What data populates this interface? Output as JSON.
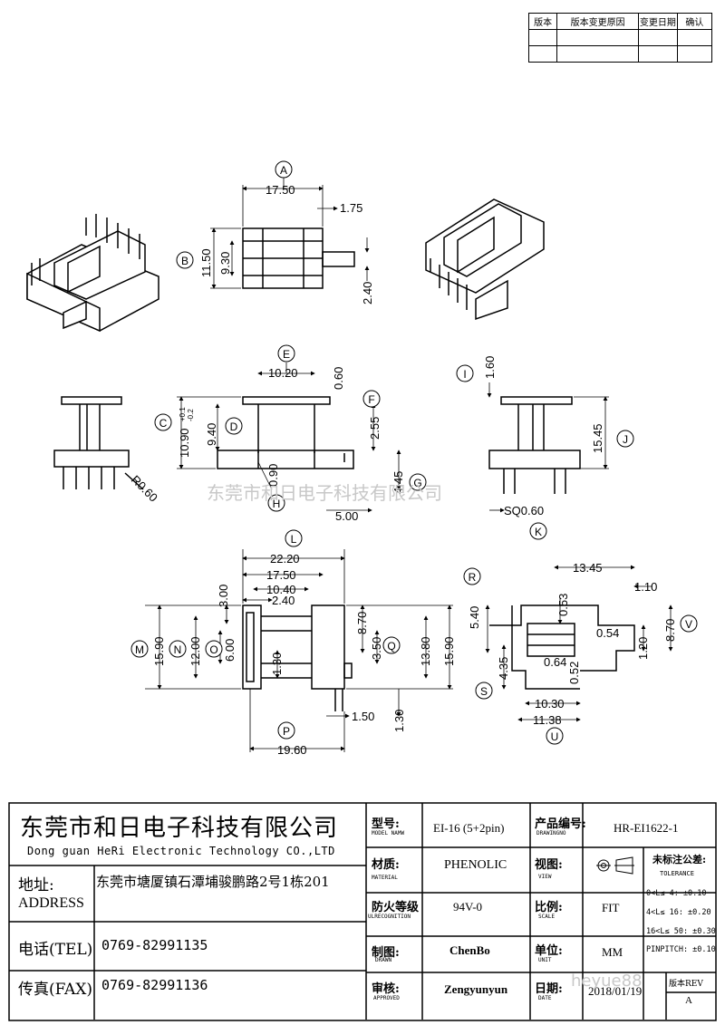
{
  "revision_table": {
    "headers": [
      "版本",
      "版本变更原因",
      "变更日期",
      "确认"
    ]
  },
  "dimensions": {
    "view_top": {
      "callout": "A",
      "width": "17.50",
      "flange": "1.75",
      "callout_b": "B",
      "height_outer": "11.50",
      "height_inner": "9.30",
      "pin": "2.40"
    },
    "view_front": {
      "callout_e": "E",
      "top_w": "10.20",
      "flange_t": "0.60",
      "callout_f": "F",
      "callout_c": "C",
      "h_c": "10.90",
      "tol_c_plus": "+0.1",
      "tol_c_minus": "-0.2",
      "callout_d": "D",
      "h_d": "9.40",
      "h_f": "2.55",
      "callout_h": "H",
      "h_h": "0.90",
      "h_g": "4.45",
      "callout_g": "G",
      "pin_off": "5.00",
      "radius": "R0.60"
    },
    "view_side": {
      "callout_i": "I",
      "h_i": "1.60",
      "callout_j": "J",
      "h_j": "15.45",
      "sq": "SQ0.60",
      "callout_k": "K"
    },
    "view_plan": {
      "callout_l": "L",
      "w_l": "22.20",
      "w_a": "17.50",
      "w_b": "10.40",
      "w_c": "2.40",
      "h_3": "3.00",
      "h_870": "8.70",
      "callout_m": "M",
      "h_m": "15.90",
      "callout_n": "N",
      "h_n": "12.00",
      "callout_o": "O",
      "h_o": "6.00",
      "h_130": "1.30",
      "h_350": "3.50",
      "callout_q": "Q",
      "h_1380": "13.80",
      "h_1590": "15.90",
      "pin_150": "1.50",
      "pin_130": "1.30",
      "callout_p": "P",
      "w_p": "19.60"
    },
    "view_section": {
      "callout_r": "R",
      "h_r": "5.40",
      "w_1345": "13.45",
      "w_110": "1.10",
      "h_053": "0.53",
      "h_054": "0.54",
      "h_870": "8.70",
      "callout_v": "V",
      "h_120": "1.20",
      "callout_s": "S",
      "h_s": "4.35",
      "h_064": "0.64",
      "h_052": "0.52",
      "w_1030": "10.30",
      "w_1138": "11.38",
      "callout_u": "U"
    }
  },
  "watermark_text": "东莞市和日电子科技有限公司",
  "watermark_site": "heyue88",
  "title_block": {
    "company_cn": "东莞市和日电子科技有限公司",
    "company_en": "Dong guan HeRi Electronic Technology CO.,LTD",
    "address_label_cn": "地址:",
    "address_label_en": "ADDRESS",
    "address_value": "东莞市塘厦镇石潭埔骏鹏路2号1栋201",
    "tel_label": "电话(TEL)",
    "tel_value": "0769-82991135",
    "fax_label": "传真(FAX)",
    "fax_value": "0769-82991136",
    "model_label_cn": "型号:",
    "model_label_en": "MODEL NAMW",
    "model_value": "EI-16 (5+2pin)",
    "material_label_cn": "材质:",
    "material_label_en": "MATERIAL",
    "material_value": "PHENOLIC",
    "fire_label_cn": "防火等级",
    "fire_label_en": "ULRECOGNITION",
    "fire_value": "94V-0",
    "drawn_label_cn": "制图:",
    "drawn_label_en": "DRAWN",
    "drawn_value": "ChenBo",
    "approved_label_cn": "审核:",
    "approved_label_en": "APPROVED",
    "approved_value": "Zengyunyun",
    "partno_label_cn": "产品编号:",
    "partno_label_en": "DRAWINGNO",
    "partno_value": "HR-EI1622-1",
    "view_label_cn": "视图:",
    "view_label_en": "VIEW",
    "scale_label_cn": "比例:",
    "scale_label_en": "SCALE",
    "scale_value": "FIT",
    "unit_label_cn": "单位:",
    "unit_label_en": "UNIT",
    "unit_value": "MM",
    "date_label_cn": "日期:",
    "date_label_en": "DATE",
    "date_value": "2018/01/19",
    "tol_title_cn": "未标注公差:",
    "tol_title_en": "TOLERANCE",
    "tol_1": "0<L≤ 4: ±0.10",
    "tol_2": "4<L≤ 16: ±0.20",
    "tol_3": "16<L≤ 50: ±0.30",
    "tol_4": "PINPITCH: ±0.10",
    "rev_label": "版本REV",
    "rev_value": "A"
  }
}
